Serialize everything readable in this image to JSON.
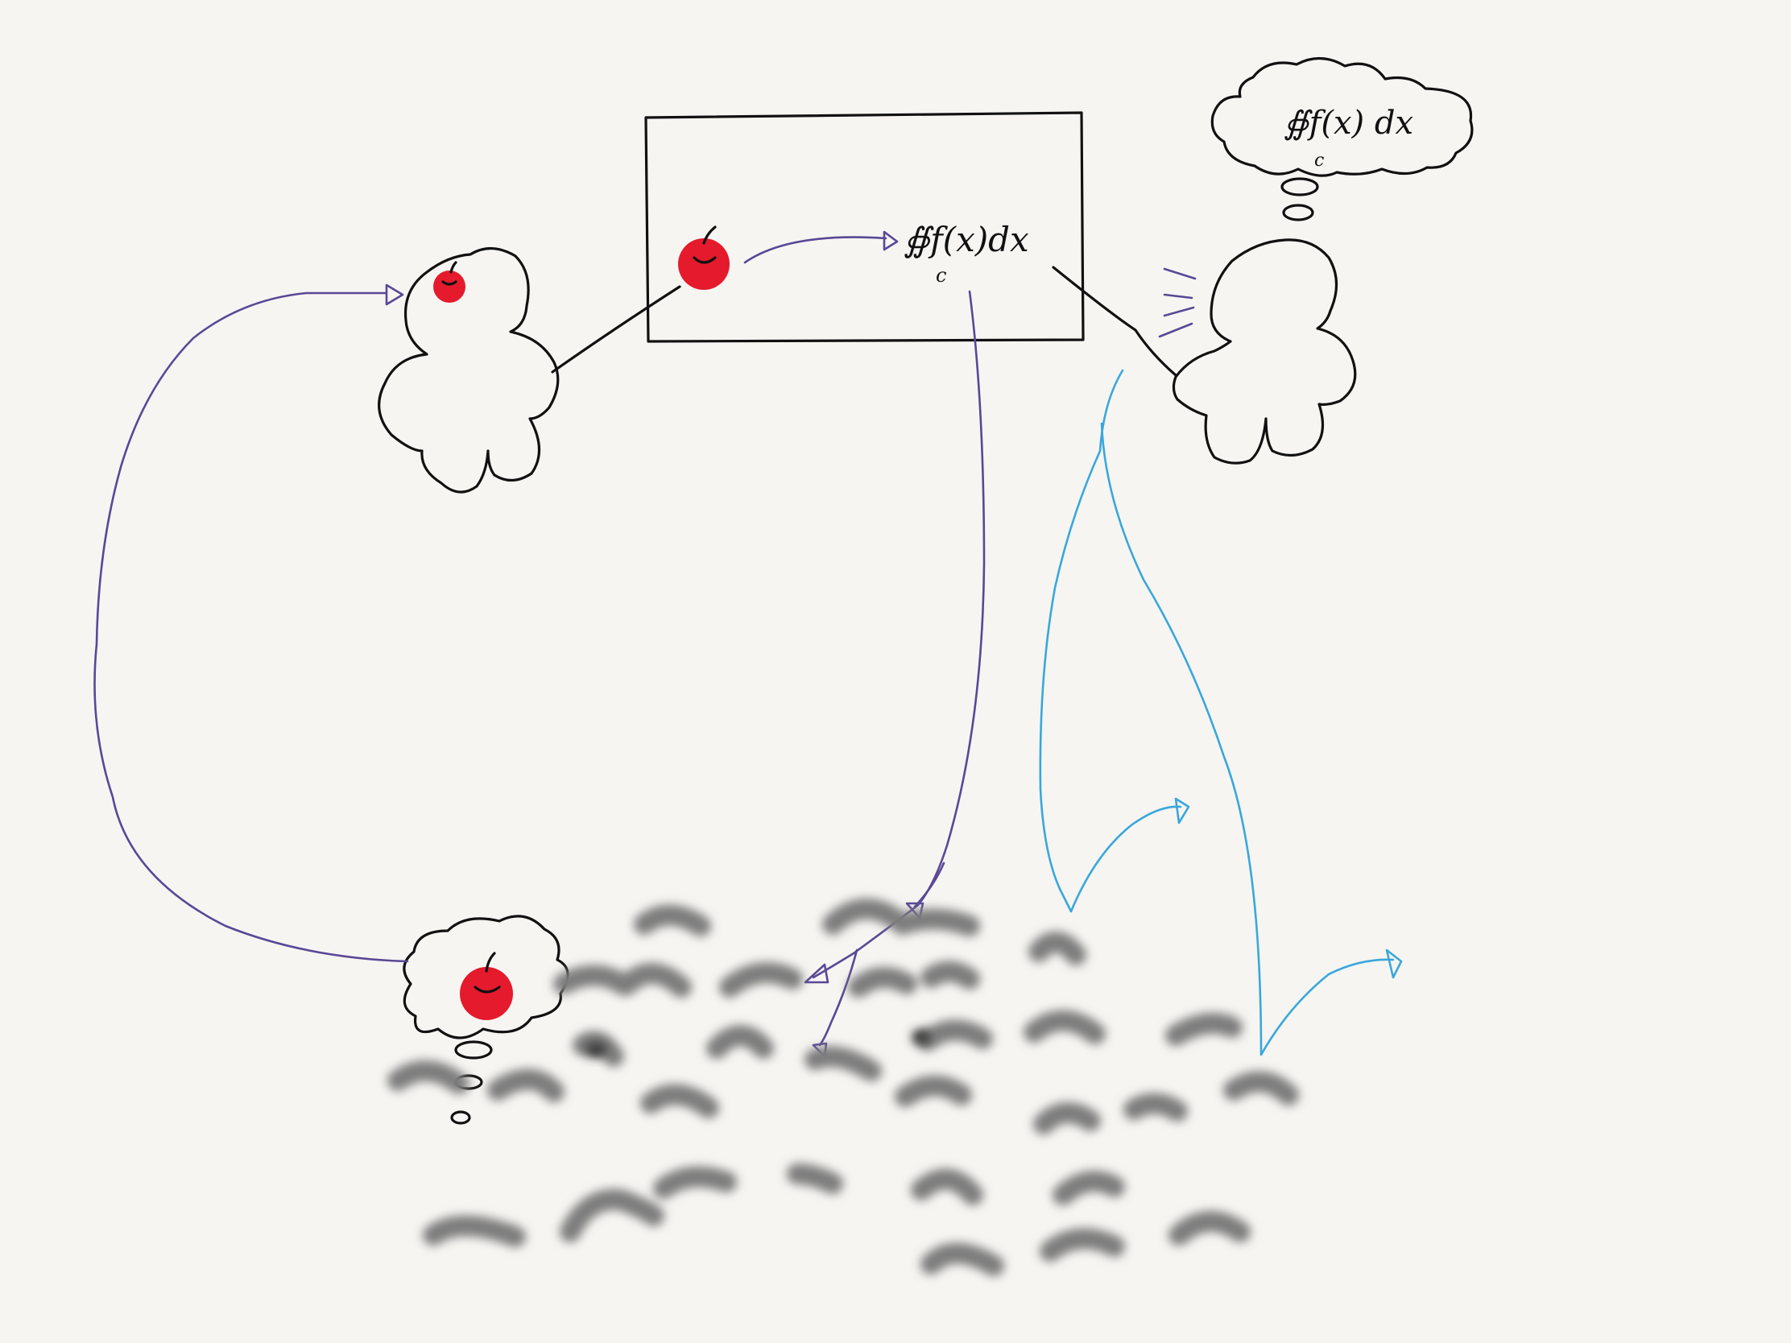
{
  "canvas": {
    "background": "#f6f5f2",
    "ink_color": "#111111",
    "purple_arrow_color": "#5a4796",
    "blue_arrow_color": "#3aa7db",
    "apple_color": "#e51a2c",
    "blob_color": "#8a8a8a"
  },
  "board": {
    "formula": "∯f(x)dx",
    "formula_subscript": "c"
  },
  "thought_bubble_right": {
    "formula": "∯f(x) dx",
    "formula_subscript": "c"
  },
  "icons": {
    "apple": "apple-icon",
    "person": "person-silhouette-icon",
    "thought": "thought-bubble-icon",
    "arrow": "arrow-icon"
  }
}
